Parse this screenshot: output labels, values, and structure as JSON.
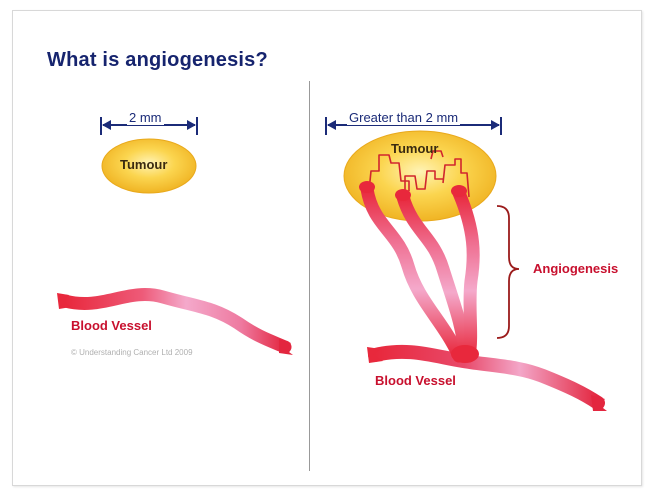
{
  "slide": {
    "title": "What is angiogenesis?",
    "copyright": "© Understanding Cancer Ltd 2009"
  },
  "left_panel": {
    "measurement_label": "2 mm",
    "tumour_label": "Tumour",
    "vessel_label": "Blood Vessel"
  },
  "right_panel": {
    "measurement_label": "Greater than 2 mm",
    "tumour_label": "Tumour",
    "process_label": "Angiogenesis",
    "vessel_label": "Blood Vessel"
  },
  "colors": {
    "title": "#16246e",
    "arrow": "#1b2b78",
    "tumour_fill": "#f5c431",
    "vessel_red": "#e8283c",
    "vessel_pink": "#f3a6c8",
    "bracket": "#9b1b1b"
  }
}
